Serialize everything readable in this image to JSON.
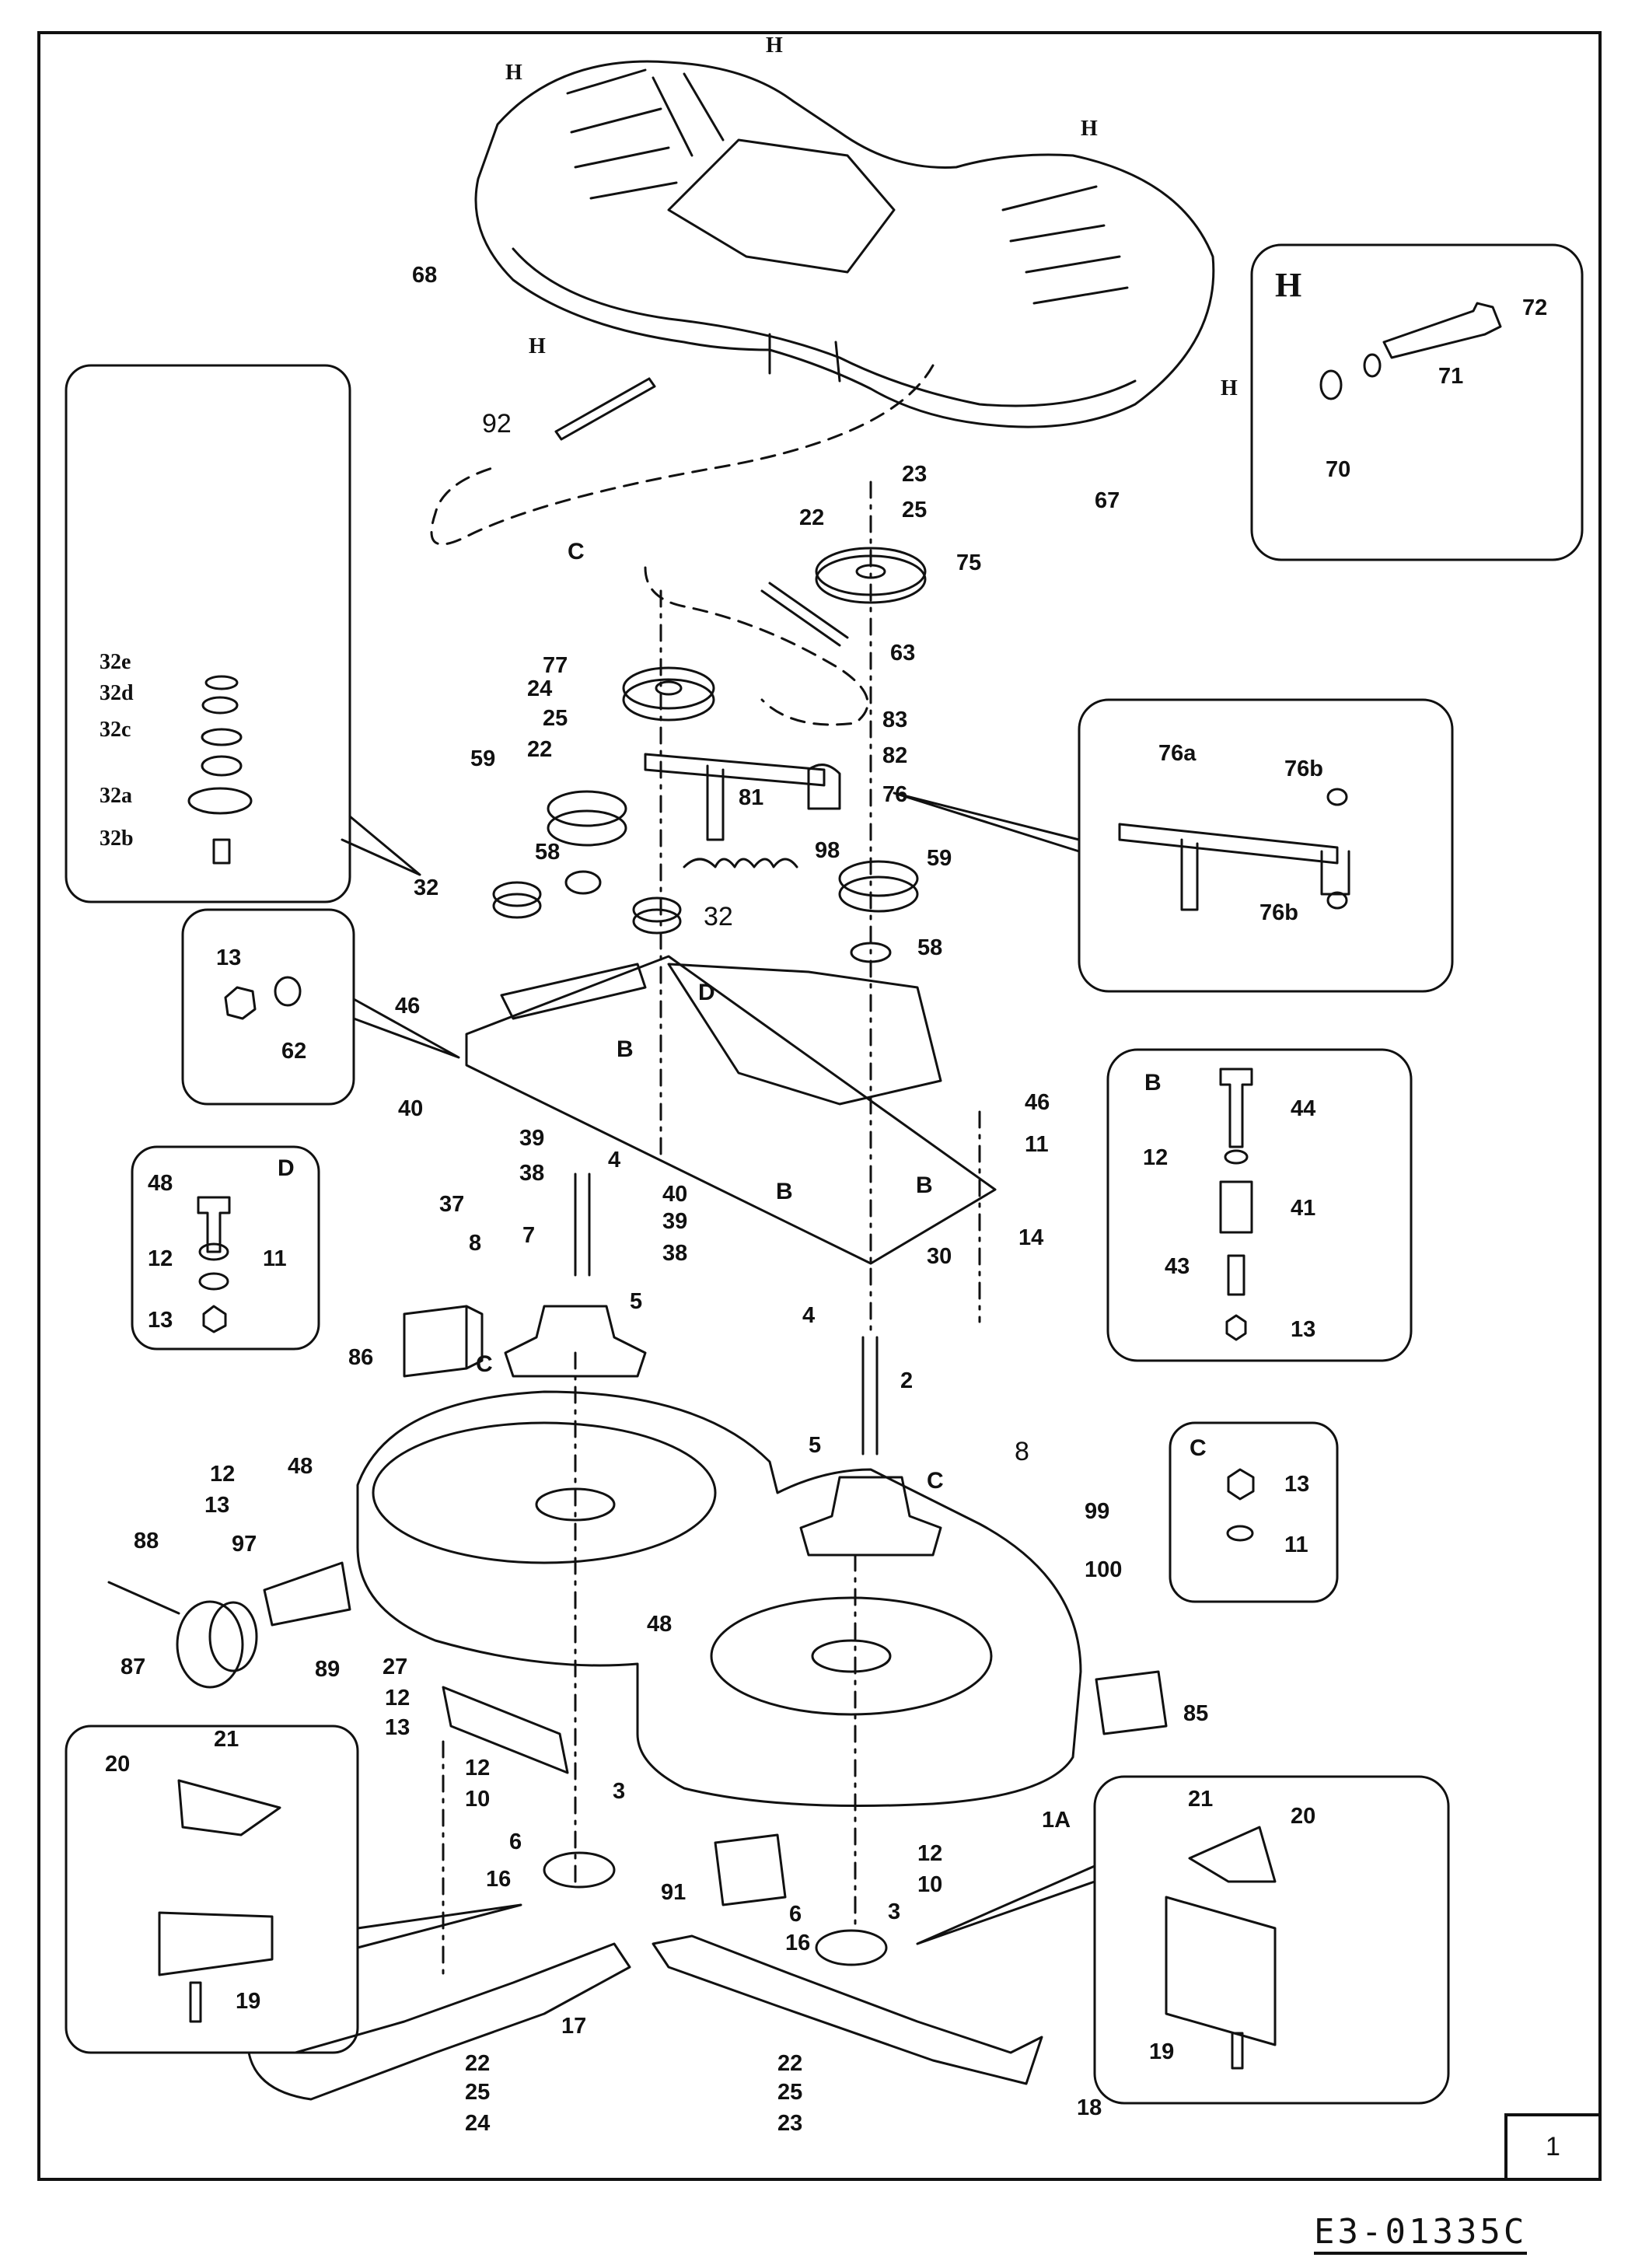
{
  "diagram": {
    "page_number": "1",
    "document_code": "E3-01335C"
  },
  "detail_boxes": {
    "H": {
      "title": "H",
      "parts": [
        "72",
        "71",
        "70"
      ]
    },
    "32": {
      "parts": [
        "32e",
        "32d",
        "32c",
        "32a",
        "32b"
      ]
    },
    "76": {
      "parts": [
        "76a",
        "76b",
        "76b"
      ]
    },
    "13_62": {
      "parts": [
        "13",
        "62"
      ]
    },
    "B": {
      "title": "B",
      "parts": [
        "44",
        "12",
        "41",
        "43",
        "13"
      ]
    },
    "D": {
      "title": "D",
      "parts": [
        "48",
        "12",
        "11",
        "13"
      ]
    },
    "C": {
      "title": "C",
      "parts": [
        "13",
        "11"
      ]
    },
    "blade_left": {
      "parts": [
        "21",
        "20",
        "19"
      ]
    },
    "blade_right": {
      "parts": [
        "21",
        "20",
        "19"
      ]
    }
  },
  "callouts": {
    "h1": "H",
    "h2": "H",
    "h3": "H",
    "h4": "H",
    "h5": "H",
    "p68": "68",
    "p92": "92",
    "p67": "67",
    "p23a": "23",
    "p25a": "25",
    "p22a": "22",
    "p75": "75",
    "cC1": "C",
    "p63": "63",
    "p77": "77",
    "p24a": "24",
    "p83": "83",
    "p25b": "25",
    "p22b": "22",
    "p82": "82",
    "p59a": "59",
    "p81": "81",
    "p76": "76",
    "p98": "98",
    "p58a": "58",
    "p59b": "59",
    "p32a": "32",
    "p32b": "32",
    "p58b": "58",
    "p46a": "46",
    "cD": "D",
    "cB1": "B",
    "p46b": "46",
    "p11a": "11",
    "p40a": "40",
    "p39a": "39",
    "p4a": "4",
    "p38a": "38",
    "p37": "37",
    "p40b": "40",
    "p39b": "39",
    "p38b": "38",
    "cB2": "B",
    "cB3": "B",
    "p14": "14",
    "p30": "30",
    "p7": "7",
    "p8a": "8",
    "p5a": "5",
    "p86": "86",
    "cC2": "C",
    "p4b": "4",
    "p2": "2",
    "p12a": "12",
    "p48a": "48",
    "p13a": "13",
    "p5b": "5",
    "cC3": "C",
    "p8b": "8",
    "p99": "99",
    "p88": "88",
    "p97": "97",
    "p100": "100",
    "p87": "87",
    "p89": "89",
    "p27": "27",
    "p12b": "12",
    "p48b": "48",
    "p13b": "13",
    "p85": "85",
    "p12c": "12",
    "p10a": "10",
    "p3a": "3",
    "p1A": "1A",
    "p6a": "6",
    "p16a": "16",
    "p12d": "12",
    "p91": "91",
    "p10b": "10",
    "p3b": "3",
    "p6b": "6",
    "p16b": "16",
    "p17": "17",
    "p22c": "22",
    "p25c": "25",
    "p24b": "24",
    "p22d": "22",
    "p25d": "25",
    "p23b": "23",
    "p18": "18"
  }
}
